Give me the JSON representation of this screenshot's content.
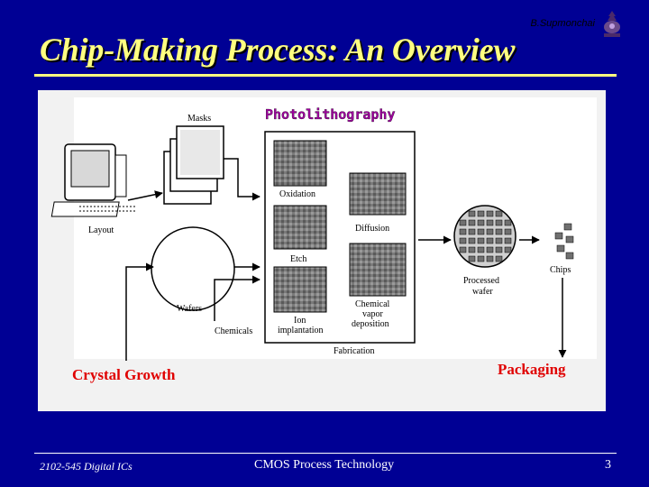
{
  "header": {
    "author": "B.Supmonchai",
    "title": "Chip-Making Process: An Overview"
  },
  "diagram": {
    "photolithography_label": "Photolithography",
    "crystal_growth_label": "Crystal Growth",
    "packaging_label": "Packaging",
    "captions": {
      "masks": "Masks",
      "layout": "Layout",
      "wafers": "Wafers",
      "chemicals": "Chemicals",
      "oxidation": "Oxidation",
      "diffusion": "Diffusion",
      "etch": "Etch",
      "cvd_line1": "Chemical",
      "cvd_line2": "vapor",
      "cvd_line3": "deposition",
      "ion_line1": "Ion",
      "ion_line2": "implantation",
      "fabrication": "Fabrication",
      "processed_wafer_line1": "Processed",
      "processed_wafer_line2": "wafer",
      "chips": "Chips"
    }
  },
  "footer": {
    "course": "2102-545 Digital ICs",
    "topic": "CMOS Process Technology",
    "page": "3"
  },
  "colors": {
    "background": "#000094",
    "title": "#ffff80",
    "stage_label": "#e00000",
    "photolithography": "#a000a0"
  }
}
